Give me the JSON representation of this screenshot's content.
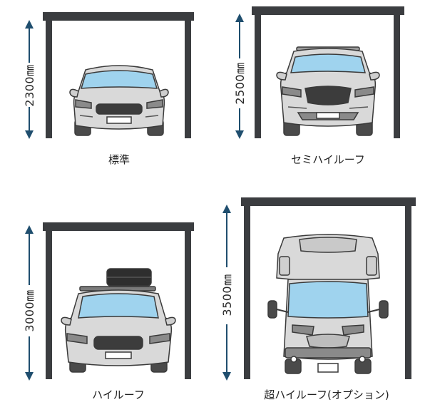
{
  "panels": [
    {
      "caption": "標準",
      "dimension": "2300㎜"
    },
    {
      "caption": "セミハイルーフ",
      "dimension": "2500㎜"
    },
    {
      "caption": "ハイルーフ",
      "dimension": "3000㎜"
    },
    {
      "caption": "超ハイルーフ(オプション)",
      "dimension": "3500㎜"
    }
  ],
  "colors": {
    "post": "#3b3d40",
    "arrow": "#1f4e6e",
    "car_body": "#d9d9d9",
    "car_outline": "#3a3a3a",
    "windshield": "#9fd3ee",
    "grille": "#3c3c3c"
  }
}
